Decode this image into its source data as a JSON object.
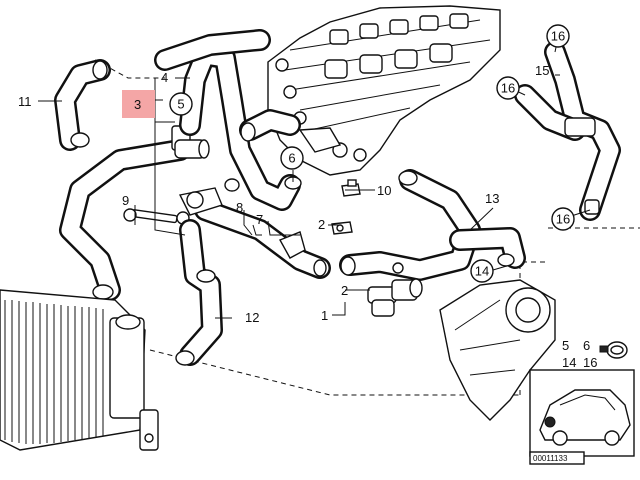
{
  "labels": {
    "p1": "1",
    "p2a": "2",
    "p2b": "2",
    "p3": "3",
    "p4": "4",
    "p5": "5",
    "p6": "6",
    "p7": "7",
    "p8": "8",
    "p9": "9",
    "p10": "10",
    "p11": "11",
    "p12": "12",
    "p13": "13",
    "p14": "14",
    "p15": "15",
    "p16a": "16",
    "p16b": "16",
    "p16c": "16"
  },
  "legend": {
    "row1_a": "5",
    "row1_b": "6",
    "row2_a": "14",
    "row2_b": "16"
  },
  "diagram_number": "00011133",
  "highlight_color": "#f4a6a6"
}
